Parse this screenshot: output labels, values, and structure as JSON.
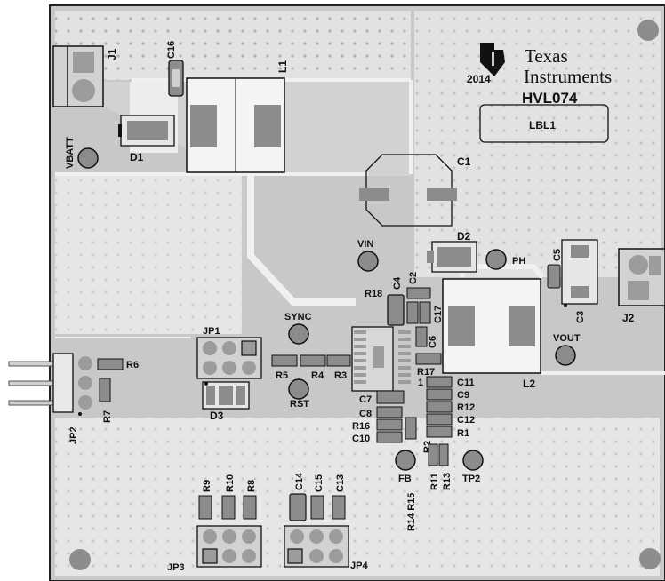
{
  "brand": {
    "name_line1": "Texas",
    "name_line2": "Instruments",
    "year": "2014",
    "board_id": "HVL074",
    "label_box": "LBL1"
  },
  "connectors": {
    "j1": "J1",
    "j2": "J2",
    "jp1": "JP1",
    "jp2": "JP2",
    "jp3": "JP3",
    "jp4": "JP4"
  },
  "test_points": {
    "vbatt": "VBATT",
    "vin": "VIN",
    "sync": "SYNC",
    "rst": "RST",
    "ph": "PH",
    "vout": "VOUT",
    "fb": "FB",
    "tp2": "TP2"
  },
  "inductors": {
    "l1": "L1",
    "l2": "L2"
  },
  "diodes": {
    "d1": "D1",
    "d2": "D2",
    "d3": "D3"
  },
  "capacitors": {
    "c1": "C1",
    "c2": "C2",
    "c3": "C3",
    "c4": "C4",
    "c5": "C5",
    "c6": "C6",
    "c7": "C7",
    "c8": "C8",
    "c9": "C9",
    "c10": "C10",
    "c11": "C11",
    "c12": "C12",
    "c13": "C13",
    "c14": "C14",
    "c15": "C15",
    "c16": "C16",
    "c17": "C17"
  },
  "resistors": {
    "r1": "R1",
    "r2": "R2",
    "r3": "R3",
    "r4": "R4",
    "r5": "R5",
    "r6": "R6",
    "r7": "R7",
    "r8": "R8",
    "r9": "R9",
    "r10": "R10",
    "r11": "R11",
    "r12": "R12",
    "r13": "R13",
    "r14_r15": "R14 R15",
    "r16": "R16",
    "r17": "R17",
    "r18": "R18"
  },
  "pin1_marker": "1",
  "colors": {
    "board": "#c8c8c8",
    "copper": "#e9e9e9",
    "pad": "#a6a6a6",
    "silk": "#111111",
    "component_pad": "#8c8c8c"
  }
}
